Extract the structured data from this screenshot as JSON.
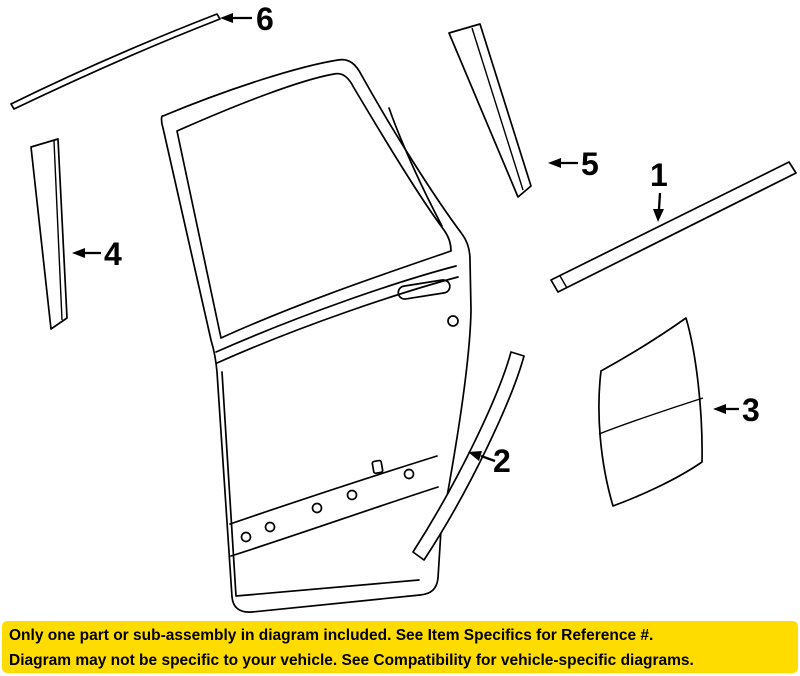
{
  "colors": {
    "banner_bg": "#FFDC00",
    "banner_text": "#000000",
    "line_art": "#000000",
    "background": "#FFFFFF"
  },
  "parts": [
    {
      "number": "1"
    },
    {
      "number": "2"
    },
    {
      "number": "3"
    },
    {
      "number": "4"
    },
    {
      "number": "5"
    },
    {
      "number": "6"
    }
  ],
  "banner": {
    "line1": "Only one part or sub-assembly in diagram included. See Item Specifics for Reference #.",
    "line2": "Diagram may not be specific to your vehicle. See Compatibility for vehicle-specific diagrams."
  }
}
